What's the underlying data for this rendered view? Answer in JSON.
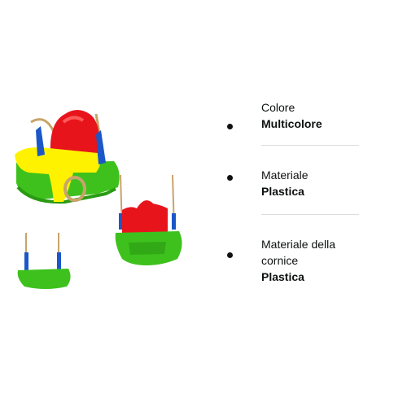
{
  "product_image": {
    "alt": "",
    "colors": {
      "red": "#e8141c",
      "yellow": "#fff200",
      "green": "#3ec11d",
      "dark_green": "#2a9a12",
      "blue": "#1b57c8",
      "rope": "#c8a46a"
    }
  },
  "attributes": [
    {
      "label": "Colore",
      "value": "Multicolore"
    },
    {
      "label": "Materiale",
      "value": "Plastica"
    },
    {
      "label": "Materiale della cornice",
      "value": "Plastica"
    }
  ]
}
